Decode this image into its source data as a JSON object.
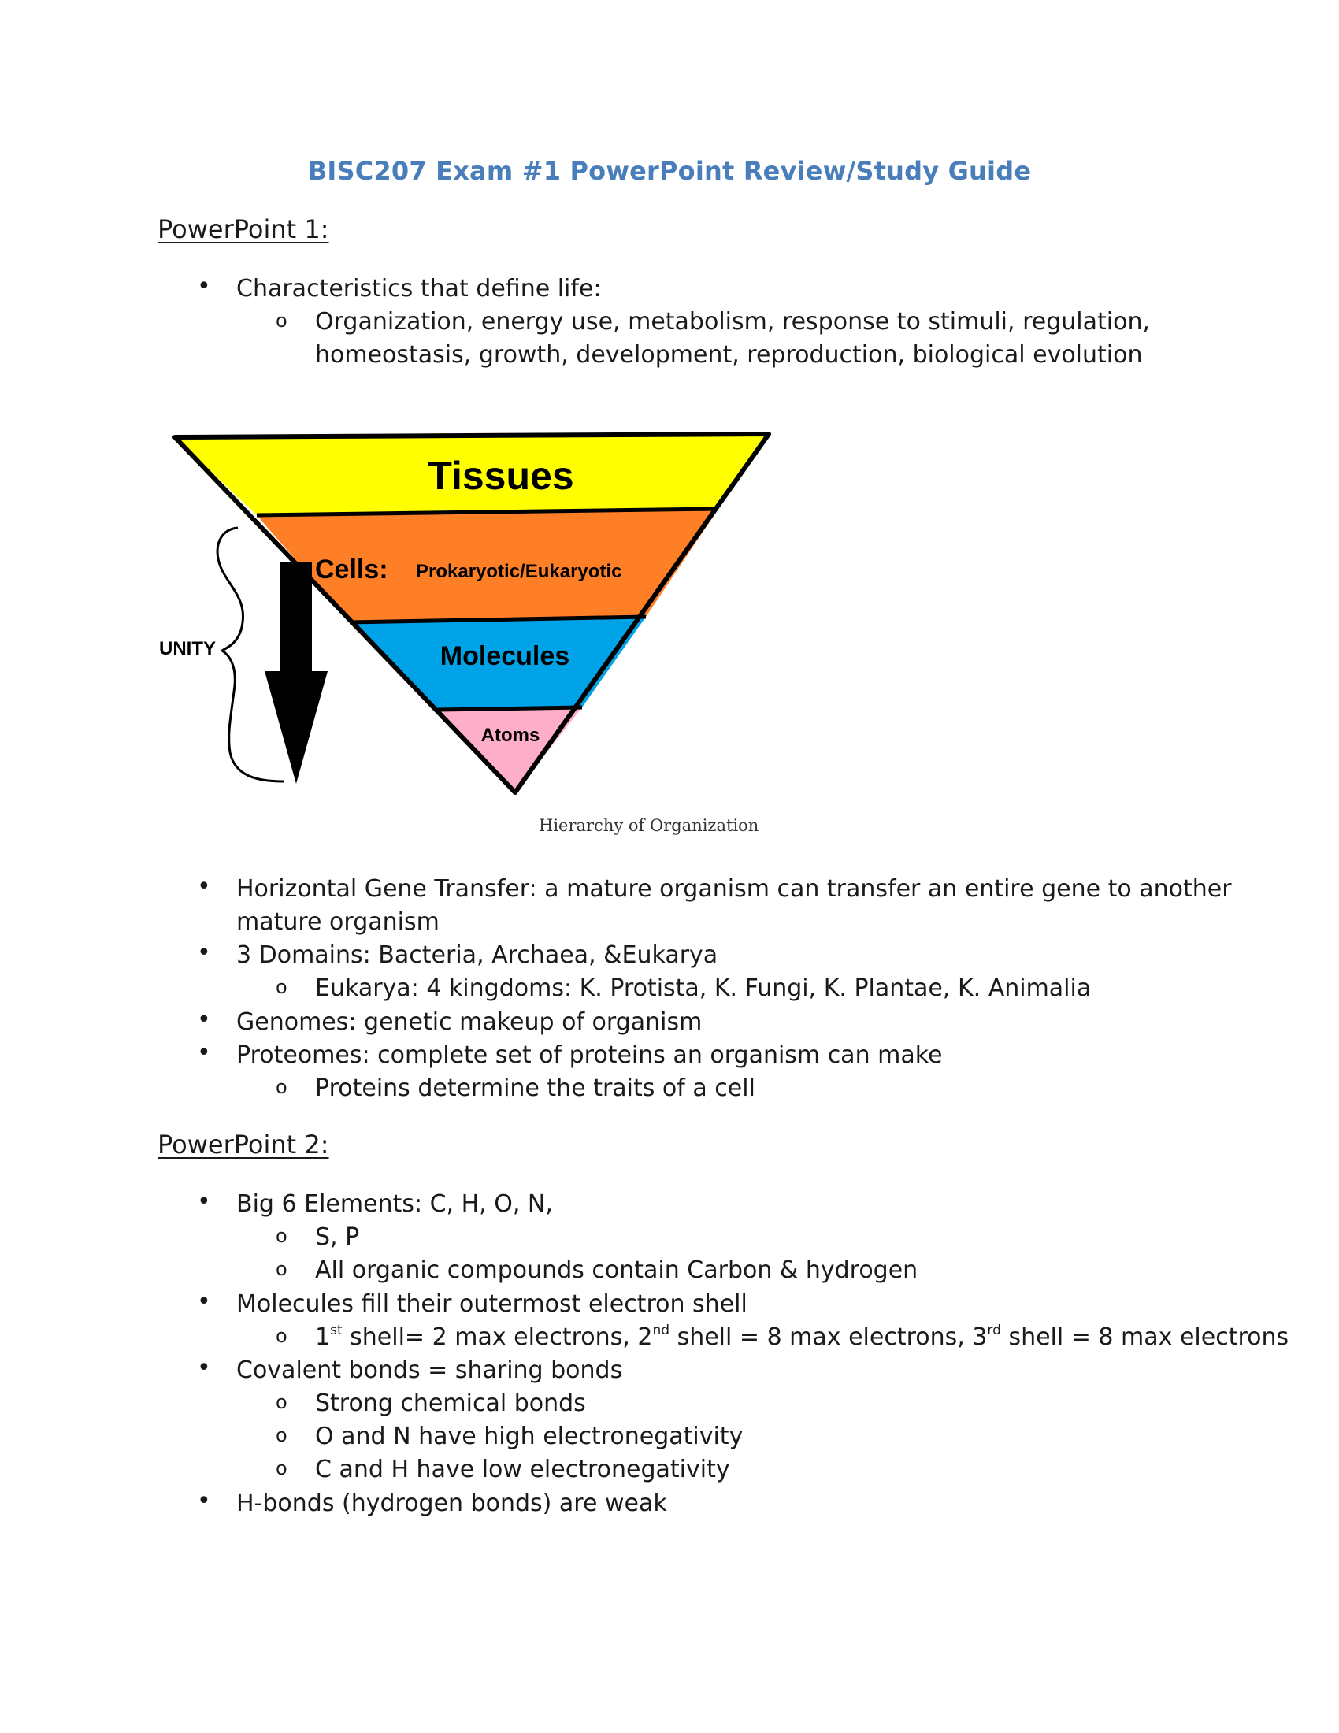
{
  "title": "BISC207 Exam #1 PowerPoint Review/Study Guide",
  "section1": {
    "heading": "PowerPoint 1:",
    "life": "Characteristics that define life:",
    "life_sub_1": "Organization,  energy use, metabolism, response to stimuli, regulation,",
    "life_sub_2": "homeostasis, growth, development, reproduction, biological evolution",
    "hgt_1": "Horizontal Gene Transfer:  a mature organism can transfer an entire gene to another",
    "hgt_2": "mature organism",
    "domains": "3 Domains: Bacteria, Archaea, &Eukarya",
    "eukarya": "Eukarya: 4 kingdoms: K. Protista, K. Fungi, K. Plantae, K. Animalia",
    "genomes": "Genomes: genetic makeup of organism",
    "proteomes": "Proteomes: complete set of proteins an organism can make",
    "proteins": "Proteins determine the traits of a cell"
  },
  "diagram": {
    "tissues": "Tissues",
    "cells": "Cells:",
    "cells_sub": "Prokaryotic/Eukaryotic",
    "molecules": "Molecules",
    "atoms": "Atoms",
    "unity": "UNITY",
    "caption": "Hierarchy of Organization",
    "colors": {
      "tissues": "#ffff00",
      "cells": "#ff7f27",
      "molecules": "#00a2e8",
      "atoms": "#ffaec9"
    }
  },
  "section2": {
    "heading": "PowerPoint 2:",
    "big6": "Big 6 Elements: C, H, O, N,",
    "sp": "S, P",
    "organic": "All organic compounds contain Carbon & hydrogen",
    "fill": "Molecules fill their outermost electron shell",
    "shell_a": "1",
    "shell_a_sup": "st",
    "shell_b": " shell= 2 max electrons, 2",
    "shell_b_sup": "nd",
    "shell_c": " shell = 8 max electrons, 3",
    "shell_c_sup": "rd",
    "shell_d": " shell = 8 max electrons",
    "covalent": "Covalent bonds = sharing bonds",
    "strong": "Strong chemical bonds",
    "on": "O and N have high electronegativity",
    "ch": "C and H have low electronegativity",
    "hbonds": "H-bonds (hydrogen bonds) are weak"
  },
  "bullets": {
    "filled": "•",
    "hollow": "o"
  }
}
